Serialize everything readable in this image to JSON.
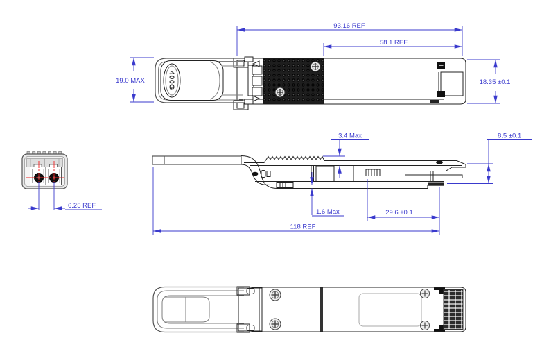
{
  "drawing_kind": "transceiver-module-outline-drawing",
  "module": {
    "label": "400G"
  },
  "colors": {
    "dimension_blue": "#3a3acd",
    "centerline_red": "#f02222",
    "outline_black": "#222222",
    "outline_grey": "#7d7d7d",
    "background": "#ffffff"
  },
  "views": {
    "top": {
      "title": "top-view",
      "dimensions": {
        "body_length_ref": "93.16 REF",
        "rear_section_ref": "58.1 REF",
        "overall_width_max": "19.0 MAX",
        "body_width_tol": "18.35 ±0.1"
      }
    },
    "front": {
      "title": "front-view",
      "dimensions": {
        "fiber_pitch_ref": "6.25 REF"
      }
    },
    "side": {
      "title": "side-view",
      "dimensions": {
        "fin_height_max": "3.4 Max",
        "rear_height_tol": "8.5 ±0.1",
        "rail_step_max": "1.6 Max",
        "rear_length_tol": "29.6 ±0.1",
        "overall_length_ref": "118 REF"
      }
    },
    "bottom": {
      "title": "bottom-view",
      "dimensions": {}
    }
  }
}
